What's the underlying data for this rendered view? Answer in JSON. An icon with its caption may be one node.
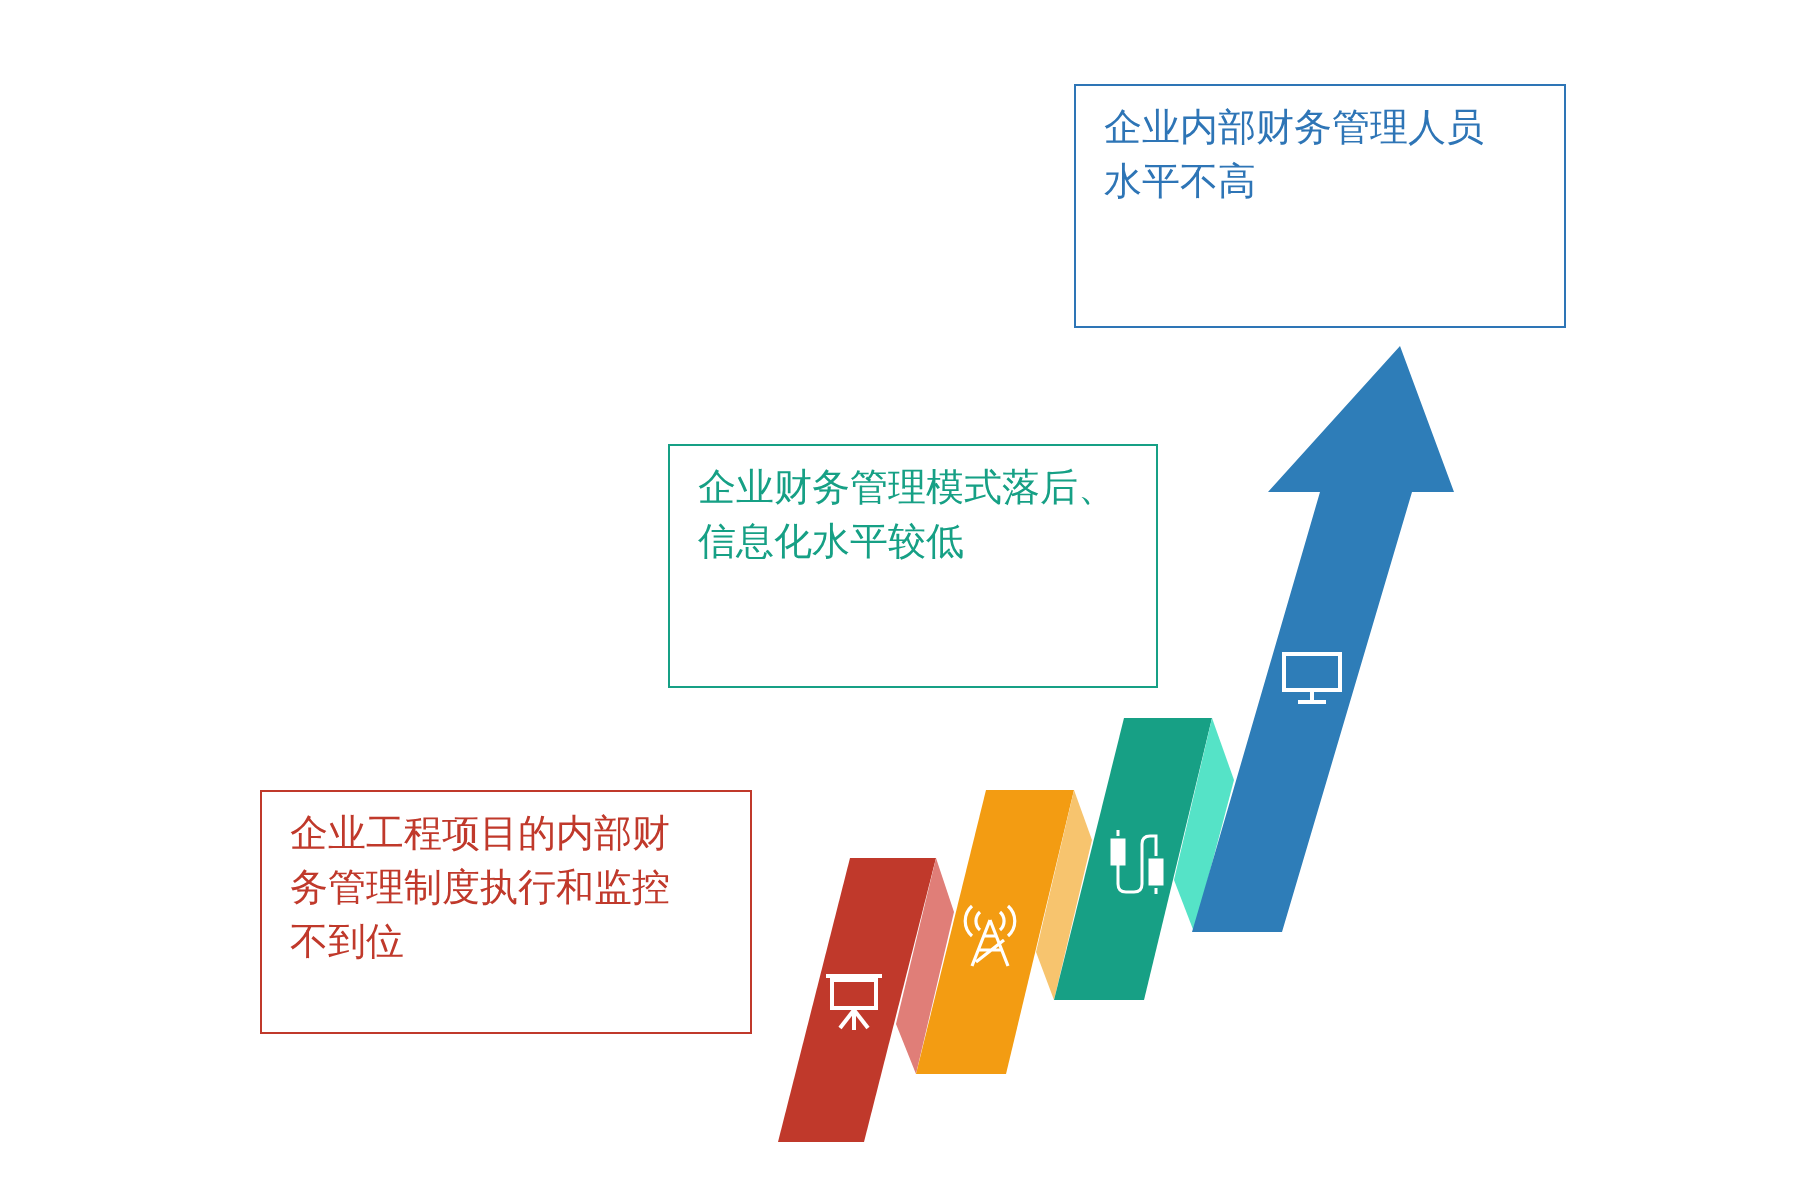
{
  "diagram": {
    "nodes": [
      {
        "text": [
          "企业内部财务管理人员水平不高"
        ]
      },
      {
        "text": [
          "企业财务管理模式落后、信息化水平较低"
        ]
      },
      {
        "text": [
          "企业工程项目的内部财务管理制度执行和监控不到位"
        ]
      }
    ]
  }
}
